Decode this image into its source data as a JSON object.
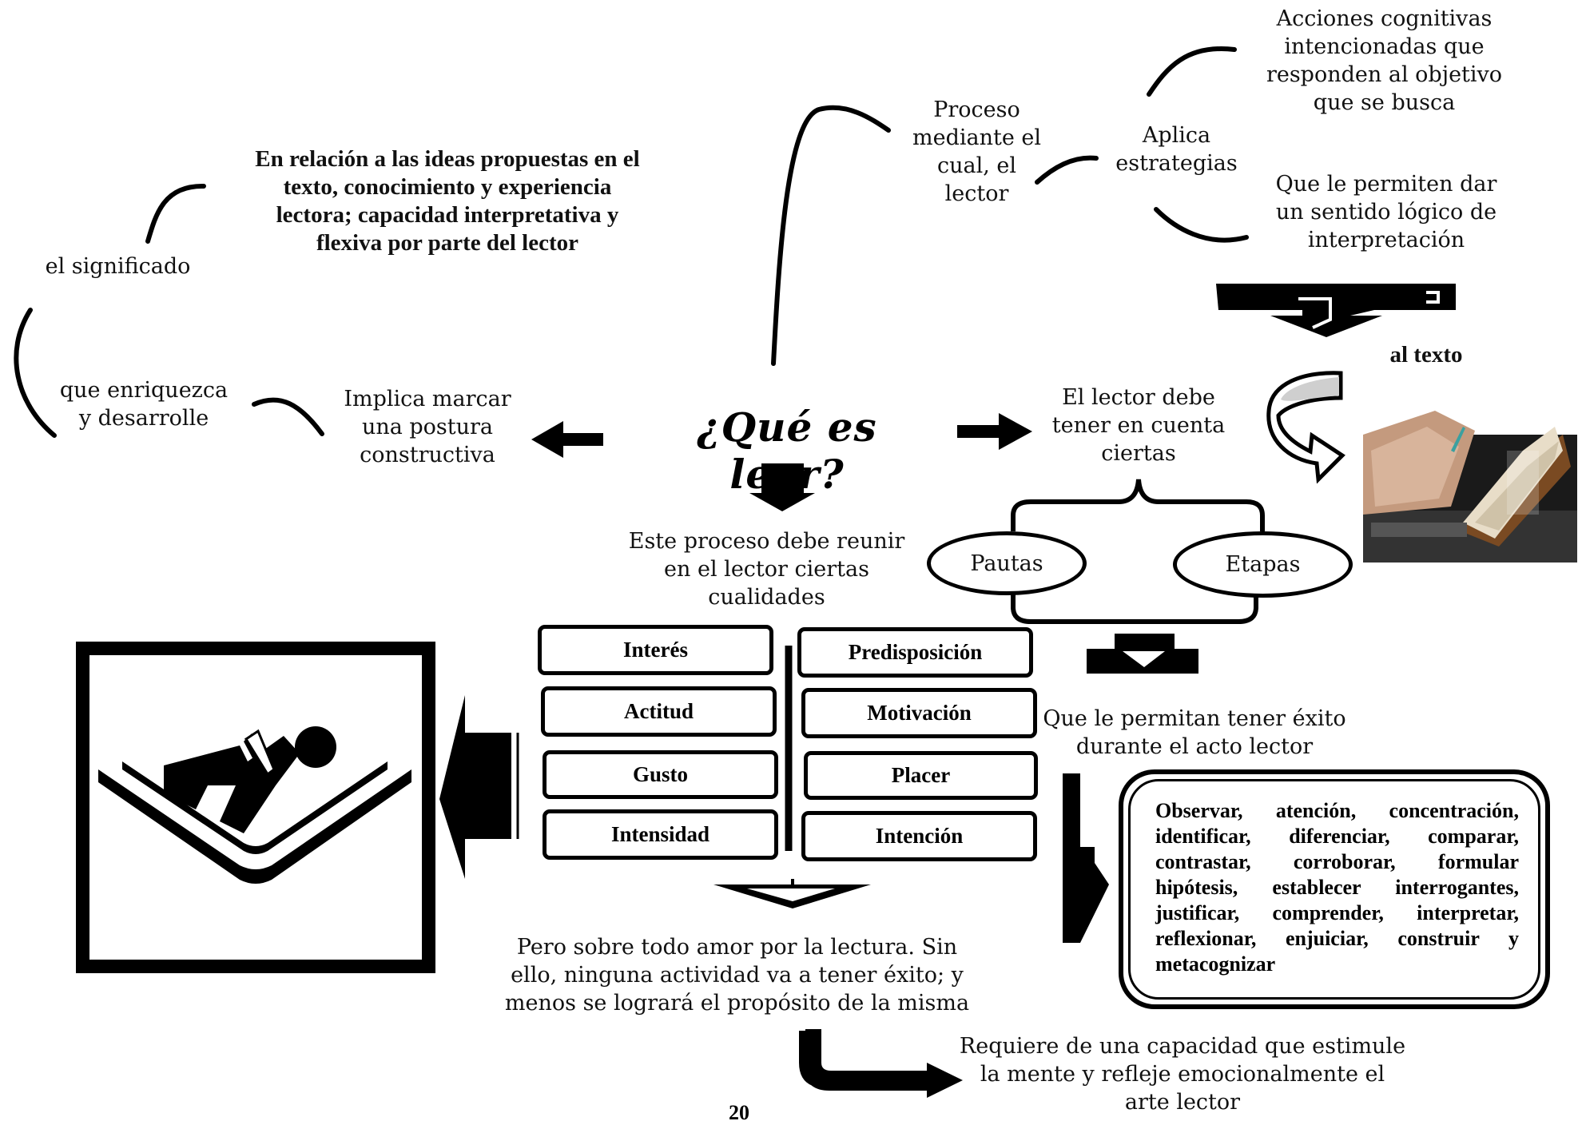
{
  "title": "¿Qué es leer?",
  "nodes": {
    "proceso": "Proceso mediante el cual, el lector",
    "aplica": "Aplica estrategias",
    "acciones": "Acciones cognitivas intencionadas que responden al objetivo que se busca",
    "sentido": "Que le permiten dar un sentido lógico de interpretación",
    "al_texto": "al texto",
    "relacion": "En relación a las ideas propuestas en el texto, conocimiento y experiencia lectora; capacidad interpretativa y flexiva por parte del lector",
    "significado": "el significado",
    "enriquezca": "que enriquezca y desarrolle",
    "implica": "Implica marcar una postura constructiva",
    "lector_debe": "El lector debe tener en cuenta ciertas",
    "pautas": "Pautas",
    "etapas": "Etapas",
    "proceso_reunir": "Este proceso debe reunir en el lector ciertas cualidades",
    "exito": "Que le permitan tener éxito durante el acto lector",
    "amor": "Pero sobre todo amor por la lectura. Sin ello, ninguna actividad va a tener éxito; y menos se logrará el propósito de la misma",
    "requiere": "Requiere de una capacidad que estimule la mente y refleje emocionalmente el arte lector"
  },
  "qualities_left": [
    "Interés",
    "Actitud",
    "Gusto",
    "Intensidad"
  ],
  "qualities_right": [
    "Predisposición",
    "Motivación",
    "Placer",
    "Intención"
  ],
  "strategies": "Observar, atención, concentración, identificar, diferenciar, comparar, contrastar, corroborar, formular hipótesis, establecer interrogantes, justificar, comprender, interpretar, reflexionar, enjuiciar, construir y metacognizar",
  "page_number": "20",
  "icons": [
    "reading-pictogram-icon",
    "book-laptop-photo"
  ]
}
